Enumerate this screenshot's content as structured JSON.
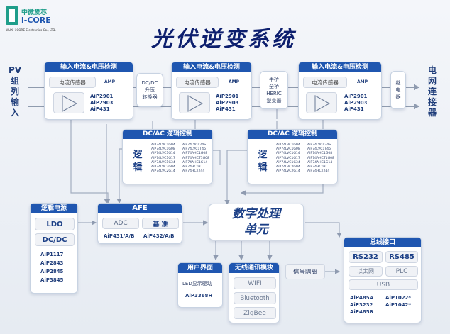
{
  "logo": {
    "brand_cn": "中微爱芯",
    "brand_en": "i-CORE",
    "company": "WUXI i-CORE Electronics Co., LTD."
  },
  "title": "光伏逆变系统",
  "left_label": [
    "PV",
    "组",
    "列",
    "输",
    "入"
  ],
  "right_label": [
    "电",
    "网",
    "连",
    "接",
    "器"
  ],
  "detect_blocks": [
    {
      "header": "输入电流&电压检测",
      "sensor": "电流传感器",
      "amp": "AMP",
      "chips": [
        "AiP2901",
        "AiP2903",
        "AiP431"
      ]
    },
    {
      "header": "输入电流&电压检测",
      "sensor": "电流传感器",
      "amp": "AMP",
      "chips": [
        "AiP2901",
        "AiP2903",
        "AiP431"
      ]
    },
    {
      "header": "输入电流&电压检测",
      "sensor": "电流传感器",
      "amp": "AMP",
      "chips": [
        "AiP2901",
        "AiP2903",
        "AiP431"
      ]
    }
  ],
  "dcdc_converter": [
    "DC/DC",
    "升压",
    "转换器"
  ],
  "heric_inverter": [
    "半桥",
    "全桥",
    "HERIC",
    "逆变器"
  ],
  "relay": [
    "继",
    "电",
    "器"
  ],
  "dcac_blocks": [
    {
      "header": "DC/AC 逻辑控制",
      "logic": [
        "逻",
        "辑"
      ],
      "col1": [
        "AiP74LVC1G04",
        "AiP74LVC1G08",
        "AiP74LVC1G14",
        "AiP74LVC1G17",
        "AiP74LVC1G34",
        "AiP74LVC2G04",
        "AiP74LVC2G14"
      ],
      "col2": [
        "AiP74LVC424S",
        "AiP74LVC1T45",
        "AiP74AHC1G08",
        "AiP74AHCT1G08",
        "AiP74AHC1G14",
        "AiP74HC08",
        "AiP74HCT244"
      ]
    },
    {
      "header": "DC/AC 逻辑控制",
      "logic": [
        "逻",
        "辑"
      ],
      "col1": [
        "AiP74LVC1G04",
        "AiP74LVC1G08",
        "AiP74LVC1G14",
        "AiP74LVC1G17",
        "AiP74LVC1G34",
        "AiP74LVC2G04",
        "AiP74LVC2G14"
      ],
      "col2": [
        "AiP74LVC424S",
        "AiP74LVC1T45",
        "AiP74AHC1G08",
        "AiP74AHCT1G08",
        "AiP74AHC1G14",
        "AiP74HC08",
        "AiP74HCT244"
      ]
    }
  ],
  "logic_power": {
    "header": "逻辑电源",
    "ldo": "LDO",
    "dcdc": "DC/DC",
    "chips": [
      "AiP1117",
      "AiP2843",
      "AiP2845",
      "AiP3845"
    ]
  },
  "afe": {
    "header": "AFE",
    "adc": "ADC",
    "ref": "基 准",
    "adc_chip": "AiP431/A/B",
    "ref_chip": "AiP432/A/B"
  },
  "dsp": [
    "数字处理",
    "单元"
  ],
  "user_interface": {
    "header": "用户界面",
    "led": "LED显示驱动",
    "chip": "AiP3368H"
  },
  "wireless": {
    "header": "无线通讯模块",
    "items": [
      "WIFI",
      "Bluetooth",
      "ZigBee"
    ]
  },
  "isolation": "信号隔离",
  "bus": {
    "header": "总线接口",
    "rs232": "RS232",
    "rs485": "RS485",
    "ethernet": "以太网",
    "plc": "PLC",
    "usb": "USB",
    "chips_left": [
      "AiP485A",
      "AiP3232",
      "AiP485B"
    ],
    "chips_right": [
      "AiP1022*",
      "AiP1042*"
    ]
  },
  "colors": {
    "accent": "#1f56b0",
    "dark_text": "#1b3f86",
    "line": "#9aa6b8"
  }
}
